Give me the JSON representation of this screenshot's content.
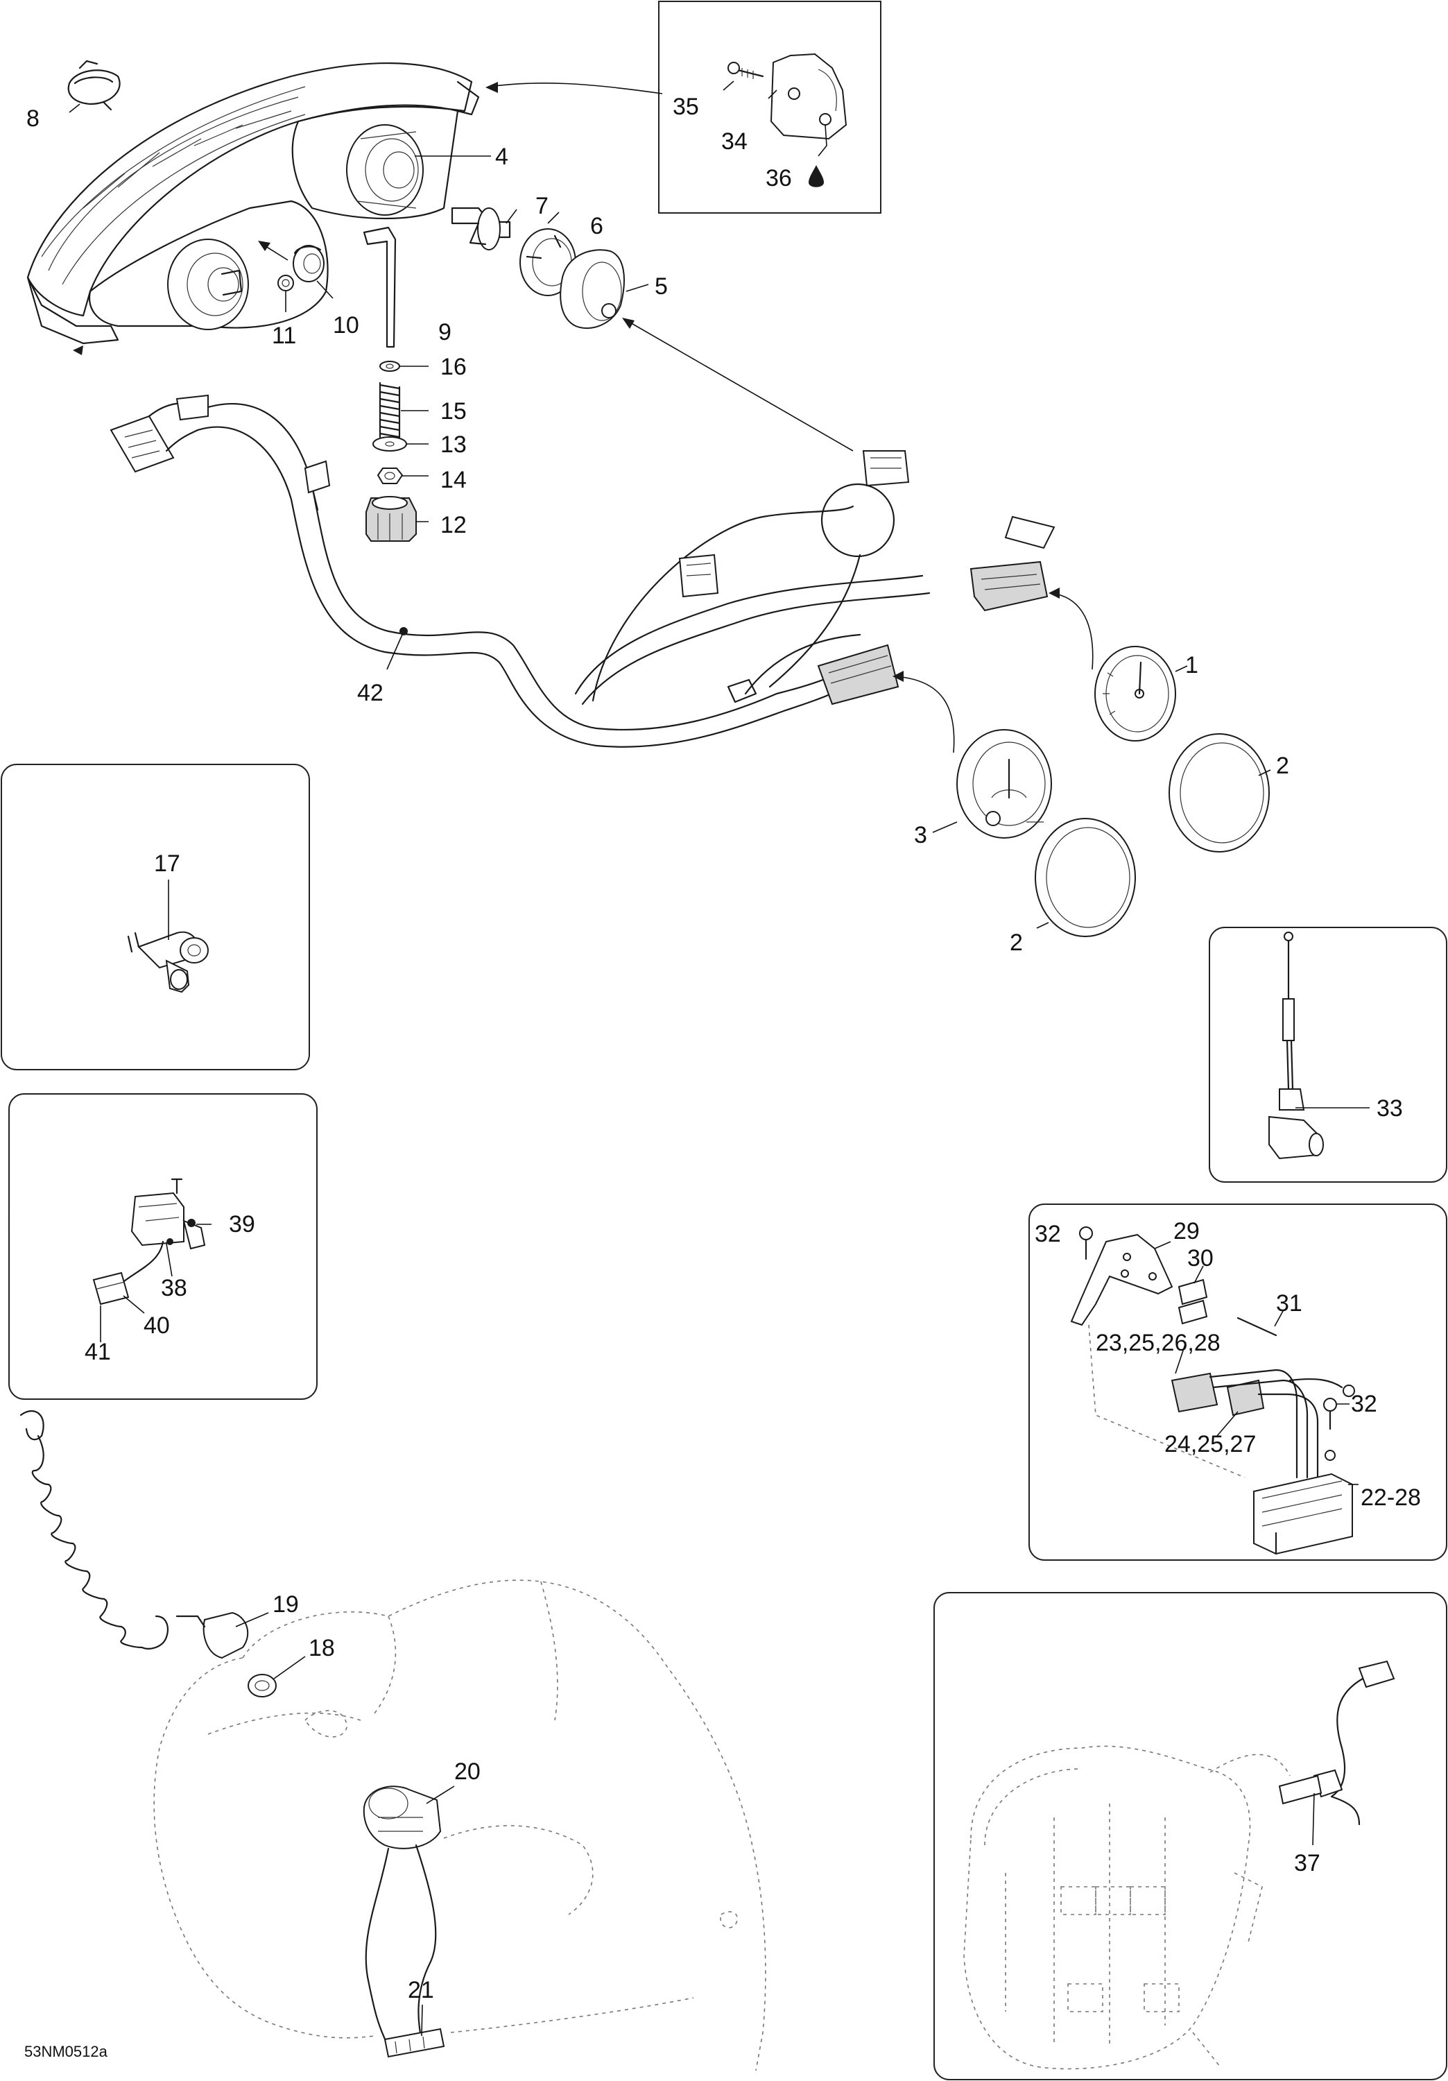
{
  "callouts": {
    "c1": "1",
    "c2a": "2",
    "c2b": "2",
    "c3": "3",
    "c4": "4",
    "c5": "5",
    "c6": "6",
    "c7": "7",
    "c8": "8",
    "c9": "9",
    "c10": "10",
    "c11": "11",
    "c12": "12",
    "c13": "13",
    "c14": "14",
    "c15": "15",
    "c16": "16",
    "c17": "17",
    "c18": "18",
    "c19": "19",
    "c20": "20",
    "c21": "21",
    "c22": "22-28",
    "c23": "23,25,26,28",
    "c24": "24,25,27",
    "c29": "29",
    "c30": "30",
    "c31": "31",
    "c32a": "32",
    "c32b": "32",
    "c33": "33",
    "c34": "34",
    "c35": "35",
    "c36": "36",
    "c37": "37",
    "c38": "38",
    "c39": "39",
    "c40": "40",
    "c41": "41",
    "c42": "42"
  },
  "reference": "53NM0512a"
}
